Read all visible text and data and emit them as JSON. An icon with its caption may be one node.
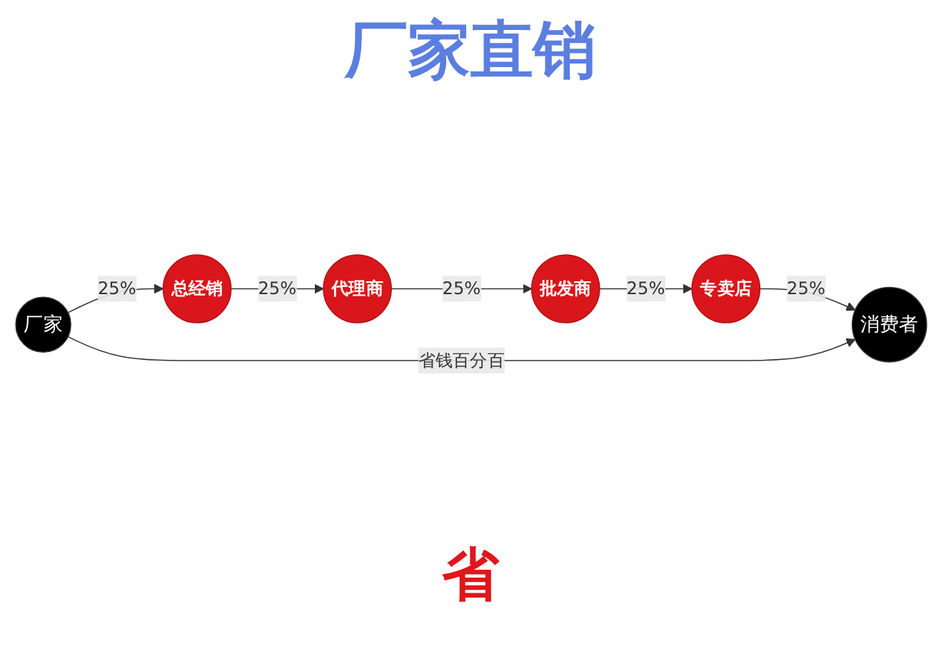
{
  "diagram": {
    "title": "厂家直销",
    "nodes": [
      {
        "text": [
          "厂家"
        ]
      },
      {
        "text": [
          "总经销"
        ]
      },
      {
        "text": [
          "代理商"
        ]
      },
      {
        "text": [
          "批发商"
        ]
      },
      {
        "text": [
          "专卖店"
        ]
      },
      {
        "text": [
          "消费者"
        ]
      }
    ],
    "edges": [
      {
        "from": 0,
        "to": 1,
        "arrow": "to",
        "label": "25%"
      },
      {
        "from": 1,
        "to": 2,
        "arrow": "to",
        "label": "25%"
      },
      {
        "from": 2,
        "to": 3,
        "arrow": "to",
        "label": "25%"
      },
      {
        "from": 3,
        "to": 4,
        "arrow": "to",
        "label": "25%"
      },
      {
        "from": 4,
        "to": 5,
        "arrow": "to",
        "label": "25%"
      },
      {
        "from": 0,
        "to": 5,
        "arrow": "to",
        "label": "省钱百分百"
      }
    ],
    "labels": [
      "省"
    ]
  }
}
